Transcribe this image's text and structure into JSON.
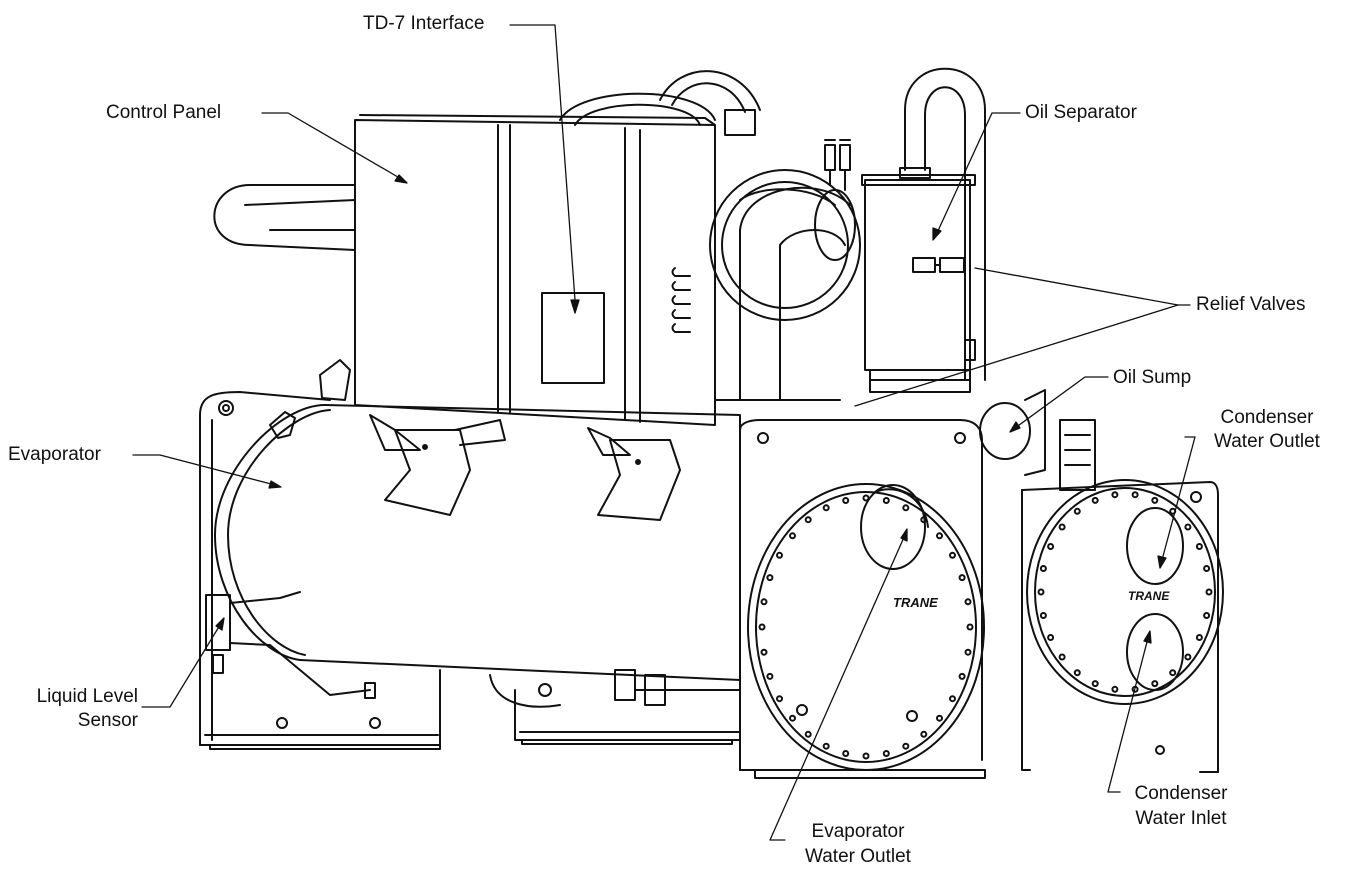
{
  "labels": {
    "td7": "TD-7 Interface",
    "control_panel": "Control Panel",
    "oil_separator": "Oil Separator",
    "relief_valves": "Relief Valves",
    "oil_sump": "Oil Sump",
    "condenser_outlet_1": "Condenser",
    "condenser_outlet_2": "Water Outlet",
    "evaporator": "Evaporator",
    "liquid_level_1": "Liquid Level",
    "liquid_level_2": "Sensor",
    "evap_outlet_1": "Evaporator",
    "evap_outlet_2": "Water Outlet",
    "condenser_inlet_1": "Condenser",
    "condenser_inlet_2": "Water Inlet"
  },
  "brand_marks": {
    "evaporator_plate": "TRANE",
    "condenser_plate": "TRANE"
  }
}
